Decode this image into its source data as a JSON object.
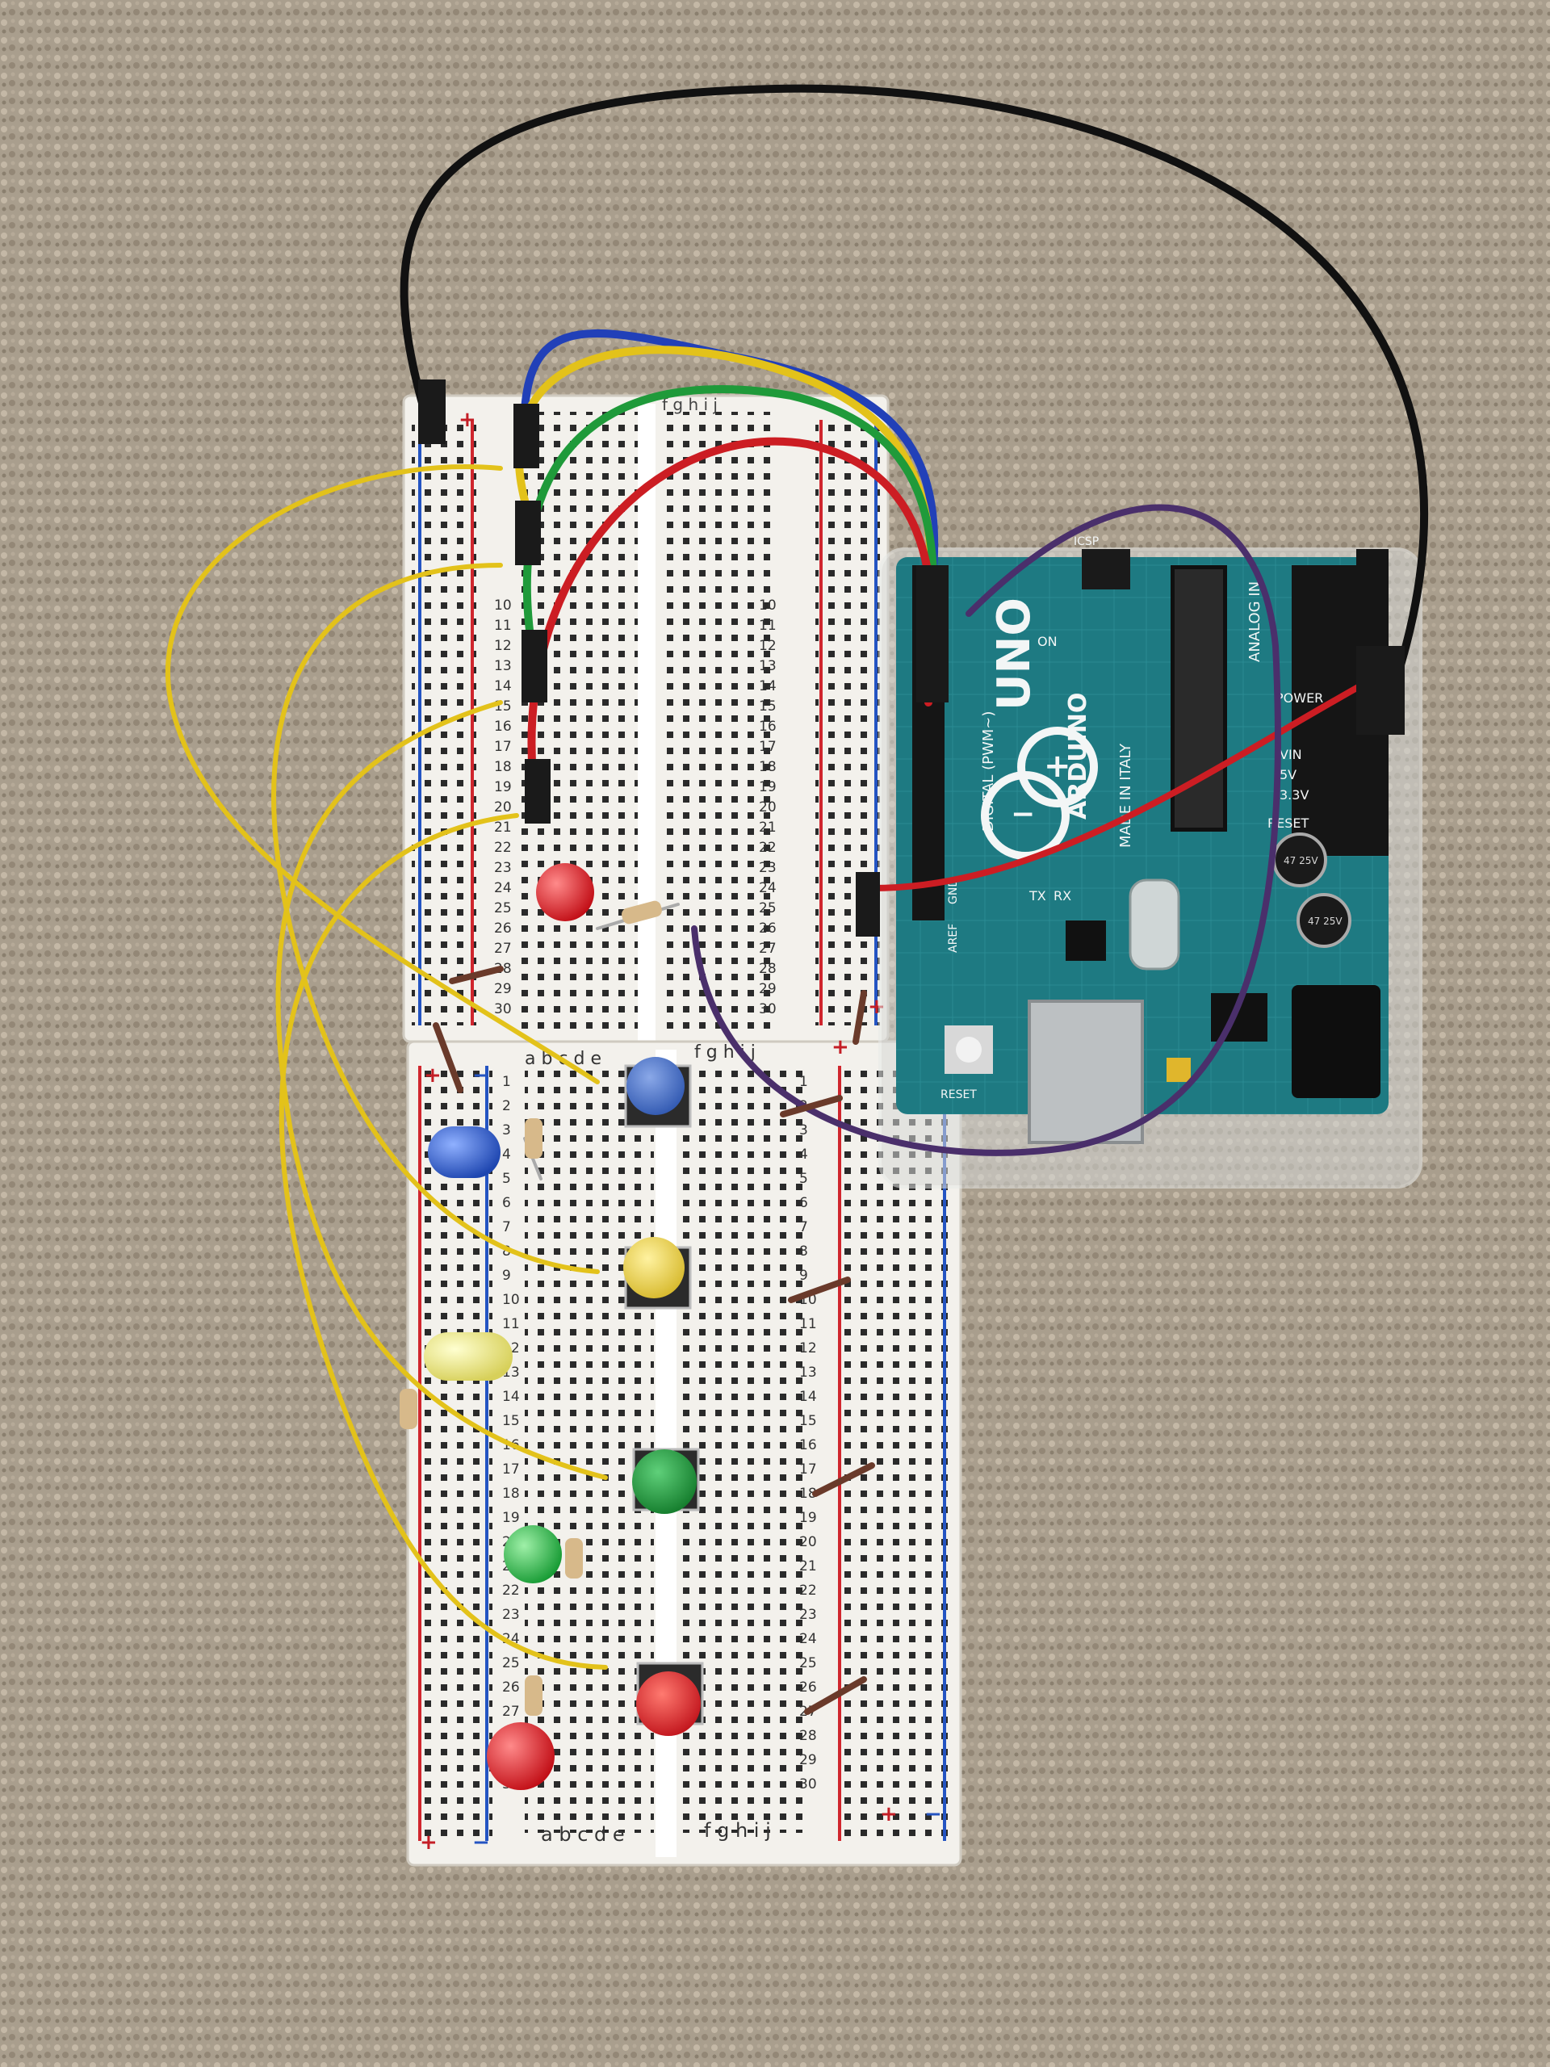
{
  "board": {
    "logo": "UNO",
    "brand": "ARDUINO",
    "made_in": "MADE IN ITALY",
    "digital_label": "DIGITAL (PWM~)",
    "analog_label": "ANALOG IN",
    "power_label": "POWER",
    "tx_label": "TX",
    "rx_label": "RX",
    "on_label": "ON",
    "reset_label": "RESET",
    "aref_label": "AREF",
    "gnd_label": "GND",
    "icsp_label": "ICSP",
    "pin_3v3": "3.3V",
    "pin_5v": "5V",
    "pin_vin": "VIN",
    "cap_text": "47 25V"
  },
  "breadboard": {
    "plus_label": "+",
    "minus_label": "−",
    "cols_left": "a b c d e",
    "cols_right": "f g h i j",
    "top_cols_right": "f g h i j",
    "rows_top": [
      "10",
      "11",
      "12",
      "13",
      "14",
      "15",
      "16",
      "17",
      "18",
      "19",
      "20",
      "21",
      "22",
      "23",
      "24",
      "25",
      "26",
      "27",
      "28",
      "29",
      "30"
    ],
    "rows_bottom": [
      "1",
      "2",
      "3",
      "4",
      "5",
      "6",
      "7",
      "8",
      "9",
      "10",
      "11",
      "12",
      "13",
      "14",
      "15",
      "16",
      "17",
      "18",
      "19",
      "20",
      "21",
      "22",
      "23",
      "24",
      "25",
      "26",
      "27",
      "28",
      "29",
      "30"
    ]
  },
  "colors": {
    "carpet": "#a89d8c",
    "breadboard": "#f3f1ec",
    "board_pcb": "#1e7a82",
    "wire_yellow": "#e3c21a",
    "wire_blue": "#2140b8",
    "wire_green": "#1f9a3a",
    "wire_red": "#cc1d23",
    "wire_black": "#111111",
    "wire_purple": "#4a2f6b",
    "led_red": "#e5121e",
    "led_blue": "#2f5fd0",
    "led_yellow": "#f2f08a",
    "led_green": "#2dbd4b"
  }
}
